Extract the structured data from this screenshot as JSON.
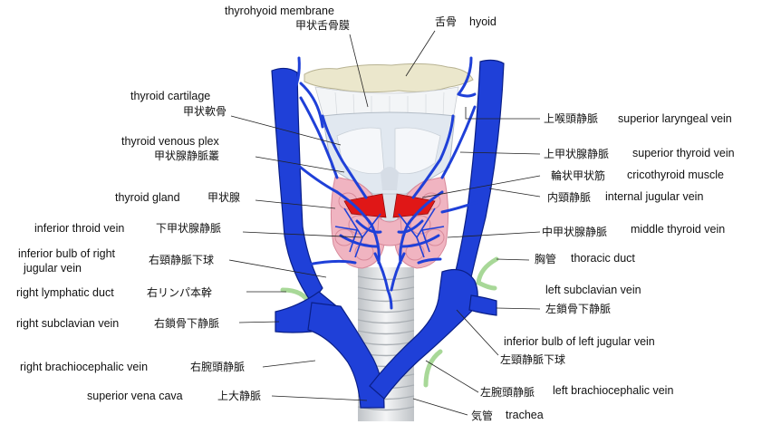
{
  "labels": {
    "thyrohyoid_en": "thyrohyoid membrane",
    "thyrohyoid_ja": "甲状舌骨膜",
    "hyoid_ja": "舌骨",
    "hyoid_en": "hyoid",
    "thyroid_cartilage_en": "thyroid cartilage",
    "thyroid_cartilage_ja": "甲状軟骨",
    "thyroid_plex_en": "thyroid venous plex",
    "thyroid_plex_ja": "甲状腺静脈叢",
    "thyroid_gland_en": "thyroid gland",
    "thyroid_gland_ja": "甲状腺",
    "inf_thyroid_en": "inferior throid vein",
    "inf_thyroid_ja": "下甲状腺静脈",
    "inf_bulb_right_en_1": "inferior bulb of right",
    "inf_bulb_right_en_2": "jugular vein",
    "inf_bulb_right_ja": "右頸静脈下球",
    "right_lymph_en": "right lymphatic duct",
    "right_lymph_ja": "右リンパ本幹",
    "right_subclavian_en": "right subclavian vein",
    "right_subclavian_ja": "右鎖骨下静脈",
    "right_brachio_en": "right brachiocephalic vein",
    "right_brachio_ja": "右腕頭静脈",
    "svc_en": "superior vena cava",
    "svc_ja": "上大静脈",
    "sup_laryngeal_ja": "上喉頭静脈",
    "sup_laryngeal_en": "superior laryngeal vein",
    "sup_thyroid_ja": "上甲状腺静脈",
    "sup_thyroid_en": "superior thyroid vein",
    "cricothyroid_ja": "輪状甲状筋",
    "cricothyroid_en": "cricothyroid muscle",
    "int_jugular_ja": "内頸静脈",
    "int_jugular_en": "internal jugular vein",
    "mid_thyroid_ja": "中甲状腺静脈",
    "mid_thyroid_en": "middle thyroid vein",
    "thoracic_ja": "胸管",
    "thoracic_en": "thoracic duct",
    "left_subclavian_en": "left subclavian vein",
    "left_subclavian_ja": "左鎖骨下静脈",
    "inf_bulb_left_en": "inferior  bulb of left jugular vein",
    "inf_bulb_left_ja": "左頸静脈下球",
    "left_brachio_ja": "左腕頭静脈",
    "left_brachio_en": "left brachiocephalic vein",
    "trachea_ja": "気管",
    "trachea_en": "trachea"
  },
  "colors": {
    "vein": "#1e3fd6",
    "vein_dark": "#0b2290",
    "cartilage": "#e4ebf2",
    "hyoid": "#ece8cf",
    "gland": "#f2b3c0",
    "muscle": "#e01818",
    "trachea": "#e6e8ea",
    "lymph": "#c4e6b4"
  }
}
